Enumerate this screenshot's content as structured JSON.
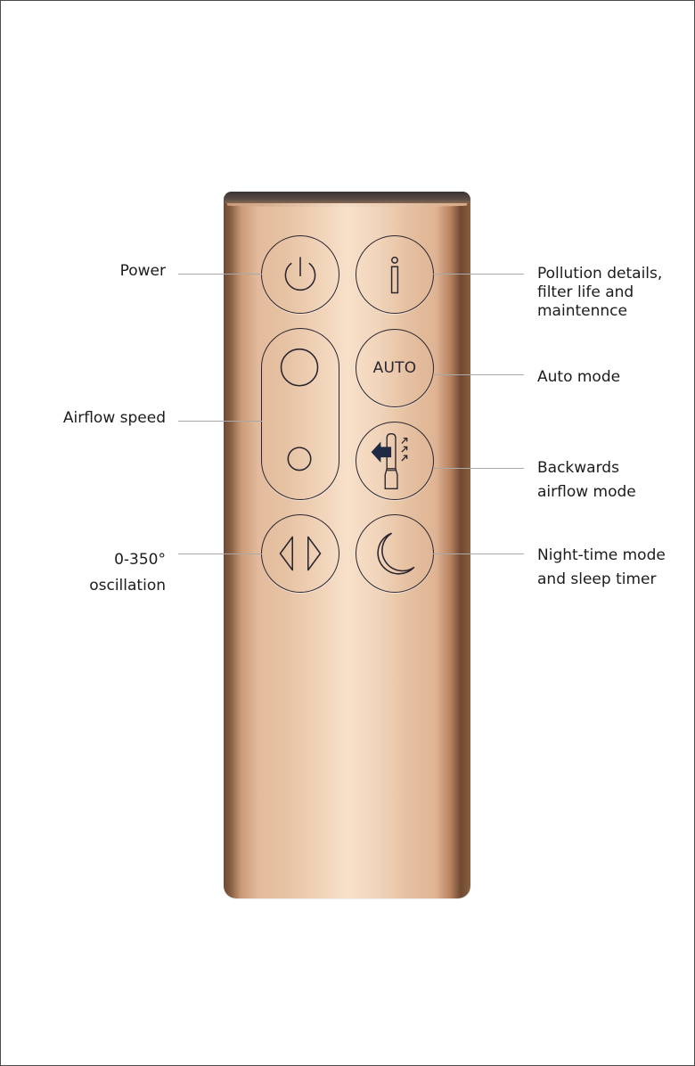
{
  "diagram": {
    "subject": "Remote control",
    "colors": {
      "body_highlight": "#f7e0c9",
      "body_edge": "#6d4a33",
      "icon_stroke": "#2a2530",
      "leader_line": "#a9a9a9",
      "arrow_fill": "#1f2a44"
    }
  },
  "buttons": [
    {
      "id": "power",
      "icon": "power-icon"
    },
    {
      "id": "info",
      "icon": "info-icon"
    },
    {
      "id": "airflow-up",
      "icon": "large-circle-icon"
    },
    {
      "id": "airflow-down",
      "icon": "small-circle-icon"
    },
    {
      "id": "auto",
      "icon": "auto-text",
      "text": "AUTO"
    },
    {
      "id": "backwards-airflow",
      "icon": "backwards-airflow-icon"
    },
    {
      "id": "oscillation",
      "icon": "oscillation-arrows-icon"
    },
    {
      "id": "night-mode",
      "icon": "moon-icon"
    }
  ],
  "labels": {
    "power": [
      "Power"
    ],
    "airflow_speed": [
      "Airflow speed"
    ],
    "oscillation": [
      "0-350°",
      "oscillation"
    ],
    "pollution": [
      "Pollution details,",
      "filter life and",
      "maintennce"
    ],
    "auto": [
      "Auto mode"
    ],
    "backwards": [
      "Backwards",
      "airflow mode"
    ],
    "night": [
      "Night-time mode",
      "and sleep timer"
    ]
  }
}
